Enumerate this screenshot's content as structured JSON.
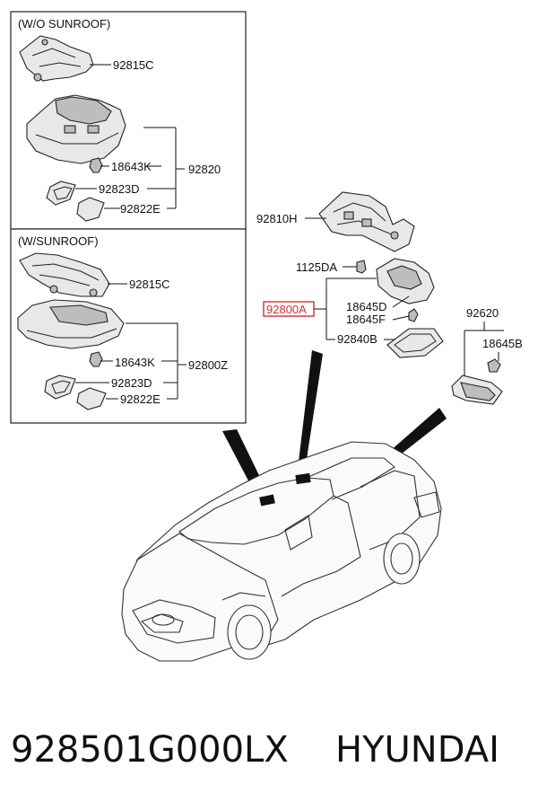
{
  "boxes": {
    "without_sunroof": {
      "title": "(W/O SUNROOF)",
      "labels": {
        "bracket": "92815C",
        "bulb": "18643K",
        "assembly": "92820",
        "lens_d": "92823D",
        "lens_e": "92822E"
      }
    },
    "with_sunroof": {
      "title": "(W/SUNROOF)",
      "labels": {
        "bracket": "92815C",
        "bulb": "18643K",
        "assembly": "92800Z",
        "lens_d": "92823D",
        "lens_e": "92822E"
      }
    }
  },
  "room_lamp": {
    "bracket": "92810H",
    "screw": "1125DA",
    "assembly_highlighted": "92800A",
    "bulb_d": "18645D",
    "bulb_f": "18645F",
    "lens": "92840B",
    "highlight_color": "#d03030"
  },
  "trunk_lamp": {
    "assembly": "92620",
    "bulb": "18645B"
  },
  "footer": {
    "part_number": "928501G000LX",
    "brand": "HYUNDAI"
  }
}
